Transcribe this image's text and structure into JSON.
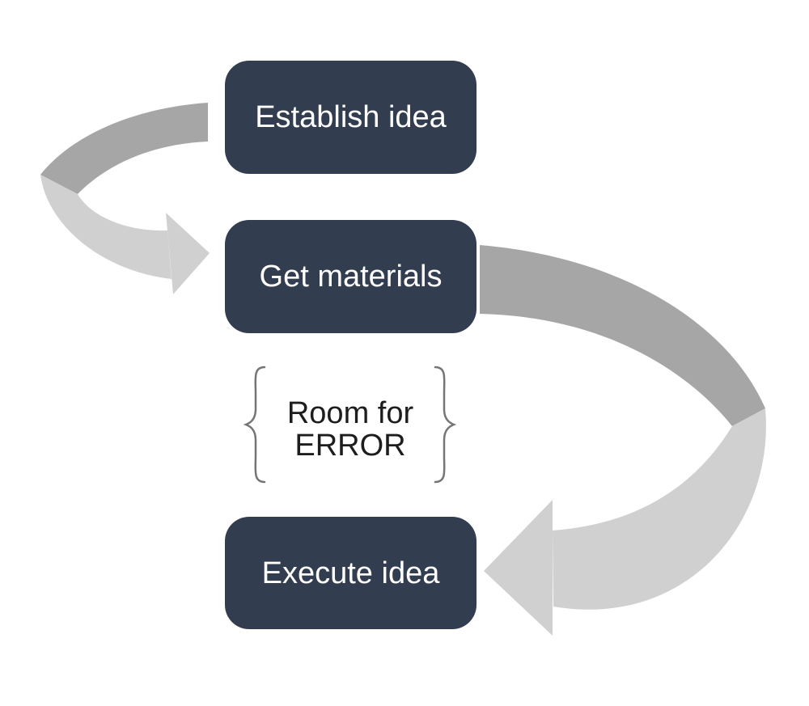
{
  "diagram": {
    "type": "flow",
    "steps": [
      {
        "id": "step-1",
        "label": "Establish idea"
      },
      {
        "id": "step-2",
        "label": "Get materials"
      },
      {
        "id": "step-3",
        "label": "Execute idea"
      }
    ],
    "connections": [
      {
        "from": "Establish idea",
        "to": "Get materials"
      },
      {
        "from": "Get materials",
        "to": "Execute idea"
      }
    ],
    "annotation": {
      "line1": "Room for",
      "line2": "ERROR"
    },
    "colors": {
      "background": "#FFFFFF",
      "step_box_fill": "#323D50",
      "step_label_text": "#FFFFFF",
      "arrow_shade_dark": "#A6A6A6",
      "arrow_shade_light": "#D0D0D0",
      "annotation_text": "#1D1D1D",
      "brace": "#757575"
    }
  }
}
